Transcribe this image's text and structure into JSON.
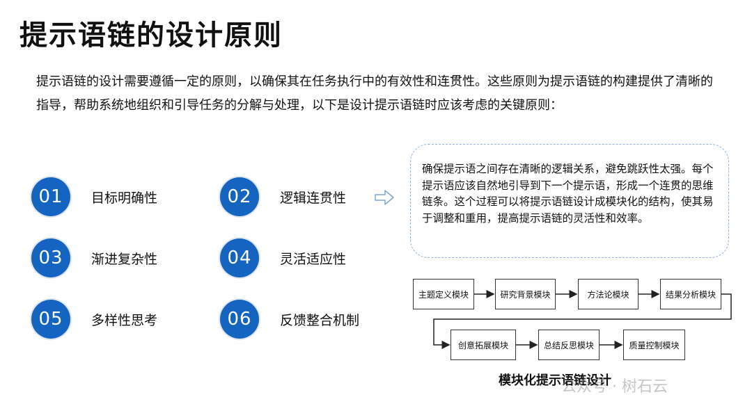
{
  "title": "提示语链的设计原则",
  "intro": "提示语链的设计需要遵循一定的原则，以确保其在任务执行中的有效性和连贯性。这些原则为提示语链的构建提供了清晰的指导，帮助系统地组织和引导任务的分解与处理，以下是设计提示语链时应该考虑的关键原则：",
  "principles": [
    {
      "num": "01",
      "label": "目标明确性"
    },
    {
      "num": "02",
      "label": "逻辑连贯性"
    },
    {
      "num": "03",
      "label": "渐进复杂性"
    },
    {
      "num": "04",
      "label": "灵活适应性"
    },
    {
      "num": "05",
      "label": "多样性思考"
    },
    {
      "num": "06",
      "label": "反馈整合机制"
    }
  ],
  "callout": "确保提示语之间存在清晰的逻辑关系，避免跳跃性太强。每个提示语应该自然地引导到下一个提示语，形成一个连贯的思维链条。这个过程可以将提示语链设计成模块化的结构，使其易于调整和重用，提高提示语链的灵活性和效率。",
  "flow": {
    "modules": [
      "主题定义模块",
      "研究背景模块",
      "方法论模块",
      "结果分析模块",
      "创意拓展模块",
      "总结反思模块",
      "质量控制模块"
    ],
    "caption": "模块化提示语链设计"
  },
  "watermark": "公众号 · 树石云",
  "colors": {
    "accent": "#1565c0",
    "callout_border": "#8fb3dc",
    "arrow_outline": "#7ea4d0"
  },
  "icons": {
    "arrow": "hollow-right-arrow-icon",
    "watermark": "wechat-icon"
  }
}
